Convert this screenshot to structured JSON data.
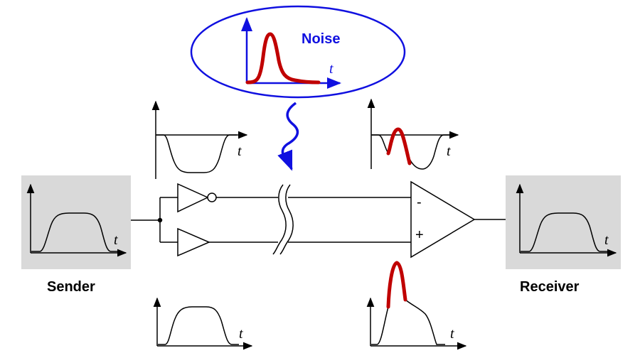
{
  "labels": {
    "noise": "Noise",
    "sender": "Sender",
    "receiver": "Receiver",
    "t": "t",
    "minus": "-",
    "plus": "+"
  },
  "colors": {
    "noise_blue": "#1010e0",
    "signal_red": "#c00000",
    "box_gray": "#d9d9d9",
    "line_black": "#000000"
  }
}
